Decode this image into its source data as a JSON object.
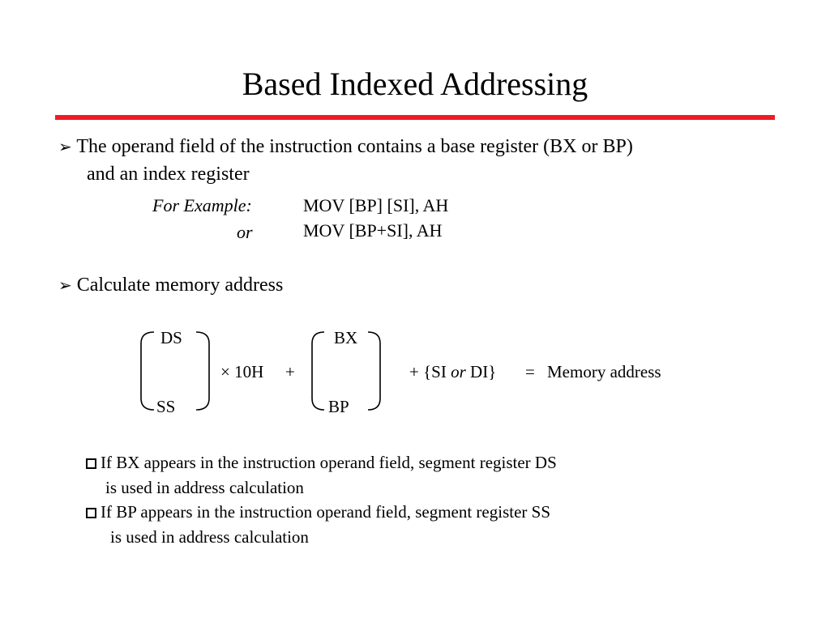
{
  "title": "Based Indexed Addressing",
  "accent_color": "#ee1c25",
  "bullet_icon": "arrowhead-bullet-icon",
  "checkbox_icon": "checkbox-bullet-icon",
  "bullet1": {
    "line1": "The operand field of the instruction contains a base register (BX or BP)",
    "line2": "and an index register"
  },
  "example": {
    "label": "For Example:",
    "code1": "MOV [BP] [SI], AH",
    "or": "or",
    "code2": "MOV [BP+SI], AH"
  },
  "bullet2": {
    "text": "Calculate memory address"
  },
  "formula": {
    "seg_top": "DS",
    "seg_bottom": "SS",
    "times": "× 10H",
    "plus1": "+",
    "base_top": "BX",
    "base_bottom": "BP",
    "plus2": "+",
    "index_pre": "{SI",
    "index_or": "or",
    "index_post": "DI}",
    "equals": "=",
    "result": "Memory address"
  },
  "notes": [
    {
      "line1": "If BX appears in the instruction operand field, segment register DS",
      "line2": "is used in address calculation"
    },
    {
      "line1": "If BP appears in the instruction operand field, segment register SS",
      "line2": "is used in address calculation"
    }
  ]
}
